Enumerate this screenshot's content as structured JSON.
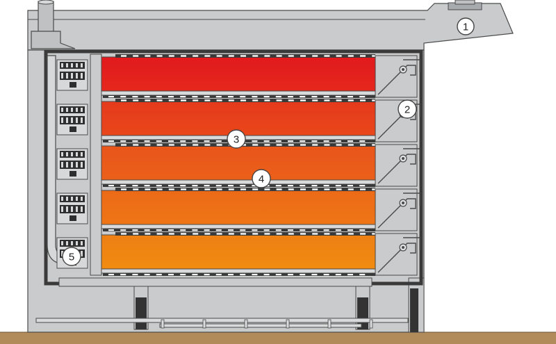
{
  "callouts": [
    {
      "id": "1",
      "label": "1"
    },
    {
      "id": "2",
      "label": "2"
    },
    {
      "id": "3",
      "label": "3"
    },
    {
      "id": "4",
      "label": "4"
    },
    {
      "id": "5",
      "label": "5"
    }
  ],
  "chambers": [
    {
      "top_color": "#e11a1d",
      "bottom_color": "#e5281d"
    },
    {
      "top_color": "#e53a1c",
      "bottom_color": "#e8481b"
    },
    {
      "top_color": "#e9551a",
      "bottom_color": "#ea611a"
    },
    {
      "top_color": "#ec6a17",
      "bottom_color": "#ee7616"
    },
    {
      "top_color": "#ee7f14",
      "bottom_color": "#f08c10"
    }
  ],
  "colors": {
    "housing": "#c9cbcc",
    "housing_dark": "#a8abad",
    "outline": "#4a4a4a",
    "floor": "#b18b5a",
    "rail": "#d8dadb"
  }
}
